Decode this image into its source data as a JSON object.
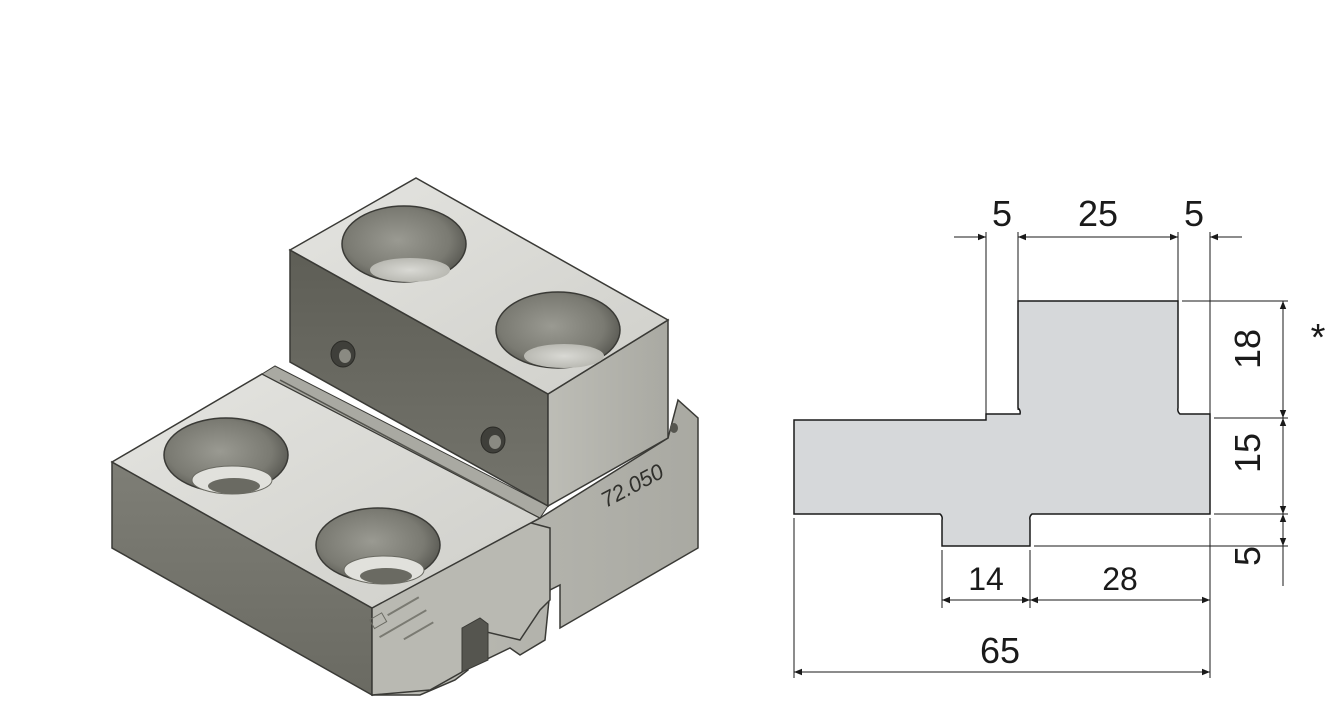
{
  "iso_view": {
    "part_number": "72.050",
    "side_label_lines": [
      "",
      "",
      ""
    ]
  },
  "drawing": {
    "top_dims": [
      "5",
      "25",
      "5"
    ],
    "right_dims": [
      "18",
      "15",
      "5"
    ],
    "bottom_dims": [
      "14",
      "28"
    ],
    "overall_width": "65",
    "note_marker": "*",
    "colors": {
      "profile_fill": "#d6d8da",
      "line": "#1a1a1a"
    }
  }
}
